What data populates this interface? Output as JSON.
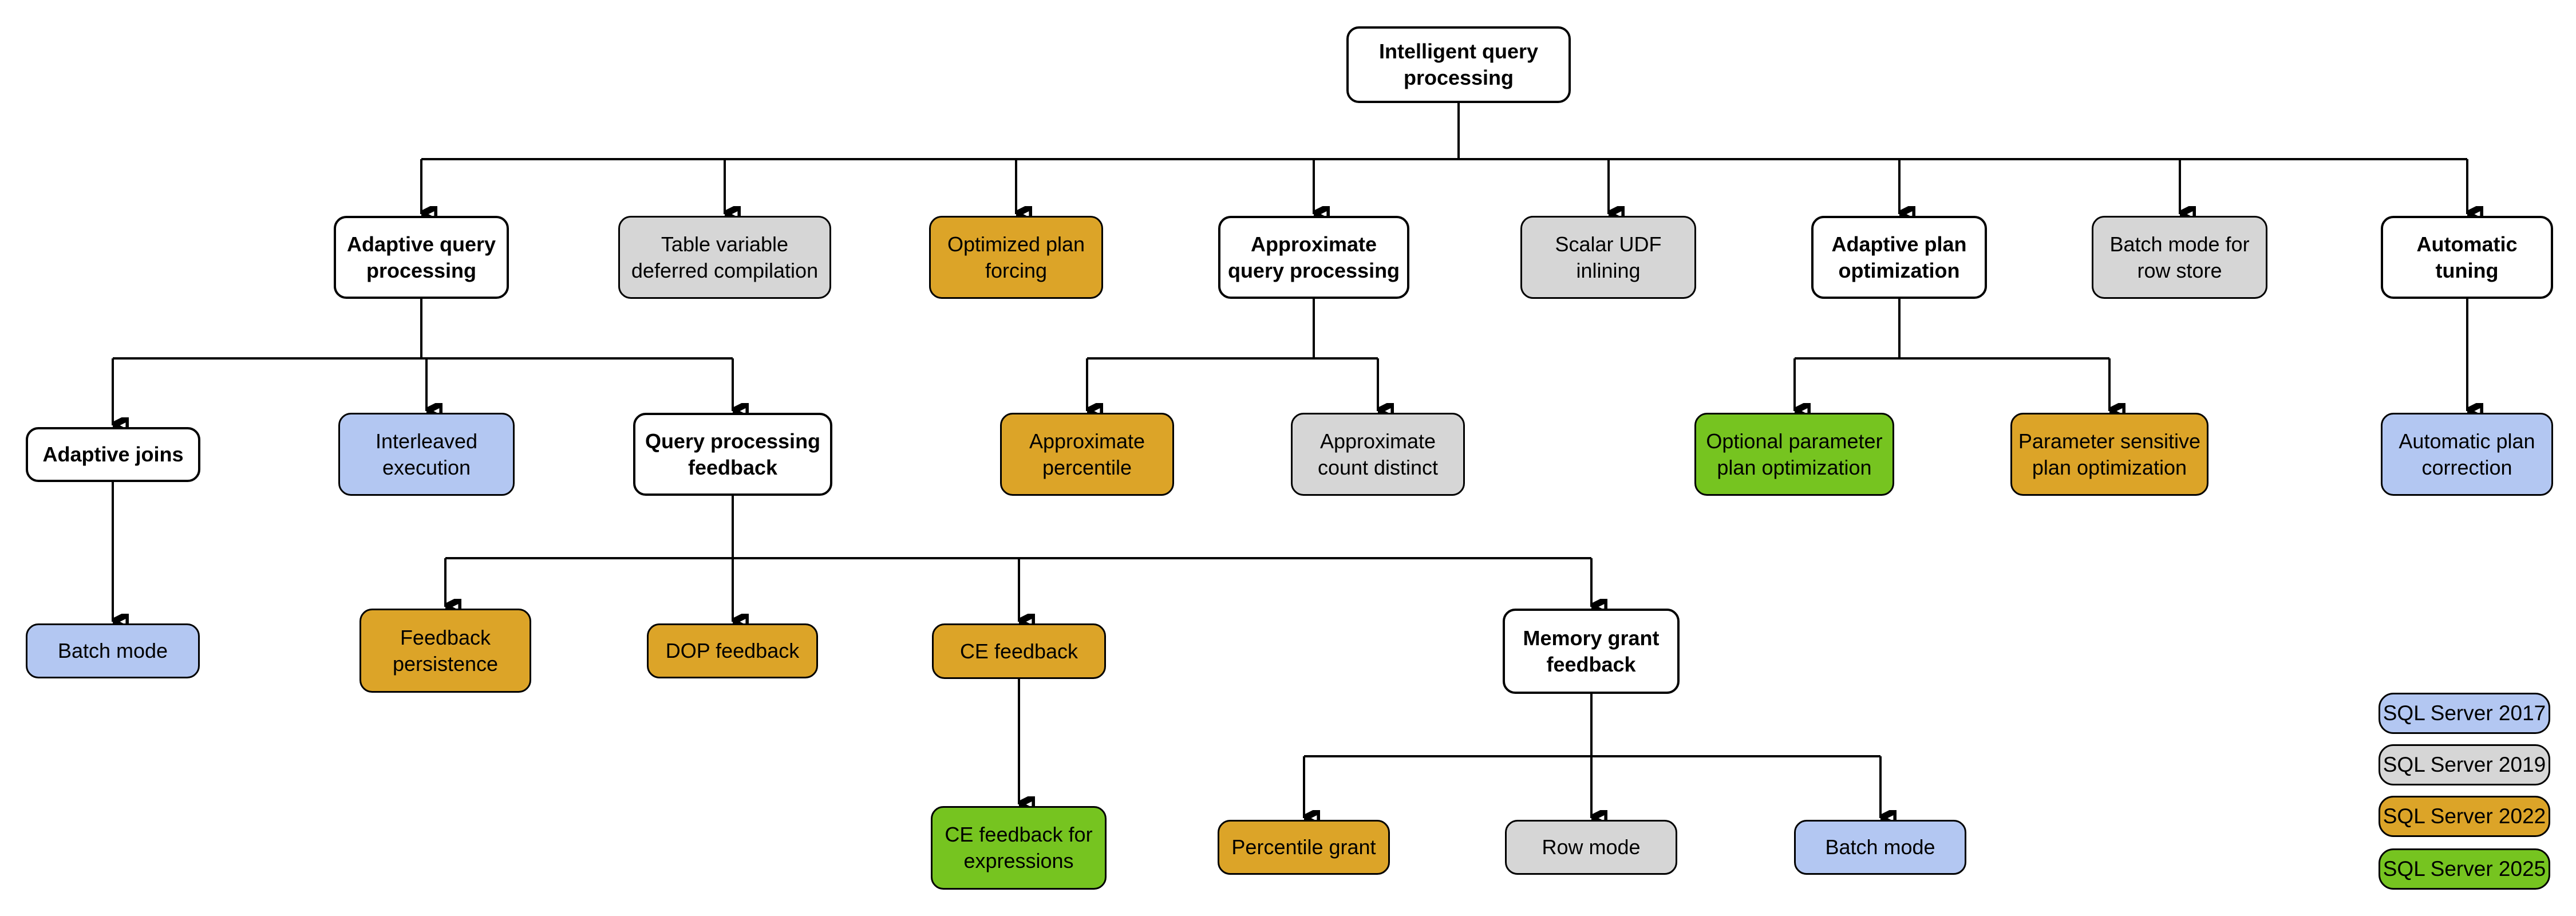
{
  "palette": {
    "category": "#FFFFFF",
    "2017": "#B3C7F2",
    "2019": "#D6D6D6",
    "2022": "#DCA428",
    "2025": "#76C420"
  },
  "nodes": [
    {
      "id": "intelligent-query-processing",
      "label": "Intelligent query\nprocessing",
      "version": "category"
    },
    {
      "id": "adaptive-query-processing",
      "label": "Adaptive query\nprocessing",
      "version": "category"
    },
    {
      "id": "table-variable-deferred-compilation",
      "label": "Table variable\ndeferred compilation",
      "version": "2019"
    },
    {
      "id": "optimized-plan-forcing",
      "label": "Optimized plan\nforcing",
      "version": "2022"
    },
    {
      "id": "approximate-query-processing",
      "label": "Approximate\nquery processing",
      "version": "category"
    },
    {
      "id": "scalar-udf-inlining",
      "label": "Scalar UDF\ninlining",
      "version": "2019"
    },
    {
      "id": "adaptive-plan-optimization",
      "label": "Adaptive plan\noptimization",
      "version": "category"
    },
    {
      "id": "batch-mode-for-row-store",
      "label": "Batch mode for\nrow store",
      "version": "2019"
    },
    {
      "id": "automatic-tuning",
      "label": "Automatic\ntuning",
      "version": "category"
    },
    {
      "id": "adaptive-joins",
      "label": "Adaptive joins",
      "version": "category"
    },
    {
      "id": "interleaved-execution",
      "label": "Interleaved\nexecution",
      "version": "2017"
    },
    {
      "id": "query-processing-feedback",
      "label": "Query processing\nfeedback",
      "version": "category"
    },
    {
      "id": "approximate-percentile",
      "label": "Approximate\npercentile",
      "version": "2022"
    },
    {
      "id": "approximate-count-distinct",
      "label": "Approximate\ncount distinct",
      "version": "2019"
    },
    {
      "id": "optional-parameter-plan-optimization",
      "label": "Optional parameter\nplan optimization",
      "version": "2025"
    },
    {
      "id": "parameter-sensitive-plan-optimization",
      "label": "Parameter sensitive\nplan optimization",
      "version": "2022"
    },
    {
      "id": "automatic-plan-correction",
      "label": "Automatic plan\ncorrection",
      "version": "2017"
    },
    {
      "id": "batch-mode",
      "label": "Batch mode",
      "version": "2017"
    },
    {
      "id": "feedback-persistence",
      "label": "Feedback\npersistence",
      "version": "2022"
    },
    {
      "id": "dop-feedback",
      "label": "DOP feedback",
      "version": "2022"
    },
    {
      "id": "ce-feedback",
      "label": "CE feedback",
      "version": "2022"
    },
    {
      "id": "memory-grant-feedback",
      "label": "Memory grant\nfeedback",
      "version": "category"
    },
    {
      "id": "ce-feedback-for-expressions",
      "label": "CE feedback for\nexpressions",
      "version": "2025"
    },
    {
      "id": "percentile-grant",
      "label": "Percentile grant",
      "version": "2022"
    },
    {
      "id": "row-mode",
      "label": "Row mode",
      "version": "2019"
    },
    {
      "id": "batch-mode-2",
      "label": "Batch mode",
      "version": "2017"
    }
  ],
  "edges": [
    {
      "from": "intelligent-query-processing",
      "to": "adaptive-query-processing"
    },
    {
      "from": "intelligent-query-processing",
      "to": "table-variable-deferred-compilation"
    },
    {
      "from": "intelligent-query-processing",
      "to": "optimized-plan-forcing"
    },
    {
      "from": "intelligent-query-processing",
      "to": "approximate-query-processing"
    },
    {
      "from": "intelligent-query-processing",
      "to": "scalar-udf-inlining"
    },
    {
      "from": "intelligent-query-processing",
      "to": "adaptive-plan-optimization"
    },
    {
      "from": "intelligent-query-processing",
      "to": "batch-mode-for-row-store"
    },
    {
      "from": "intelligent-query-processing",
      "to": "automatic-tuning"
    },
    {
      "from": "adaptive-query-processing",
      "to": "adaptive-joins"
    },
    {
      "from": "adaptive-query-processing",
      "to": "interleaved-execution"
    },
    {
      "from": "adaptive-query-processing",
      "to": "query-processing-feedback"
    },
    {
      "from": "approximate-query-processing",
      "to": "approximate-percentile"
    },
    {
      "from": "approximate-query-processing",
      "to": "approximate-count-distinct"
    },
    {
      "from": "adaptive-plan-optimization",
      "to": "optional-parameter-plan-optimization"
    },
    {
      "from": "adaptive-plan-optimization",
      "to": "parameter-sensitive-plan-optimization"
    },
    {
      "from": "automatic-tuning",
      "to": "automatic-plan-correction"
    },
    {
      "from": "adaptive-joins",
      "to": "batch-mode"
    },
    {
      "from": "query-processing-feedback",
      "to": "feedback-persistence"
    },
    {
      "from": "query-processing-feedback",
      "to": "dop-feedback"
    },
    {
      "from": "query-processing-feedback",
      "to": "ce-feedback"
    },
    {
      "from": "query-processing-feedback",
      "to": "memory-grant-feedback"
    },
    {
      "from": "ce-feedback",
      "to": "ce-feedback-for-expressions"
    },
    {
      "from": "memory-grant-feedback",
      "to": "percentile-grant"
    },
    {
      "from": "memory-grant-feedback",
      "to": "row-mode"
    },
    {
      "from": "memory-grant-feedback",
      "to": "batch-mode-2"
    }
  ],
  "legend": {
    "items": [
      {
        "label": "SQL Server 2017",
        "version": "2017"
      },
      {
        "label": "SQL Server 2019",
        "version": "2019"
      },
      {
        "label": "SQL Server 2022",
        "version": "2022"
      },
      {
        "label": "SQL Server 2025",
        "version": "2025"
      }
    ]
  }
}
